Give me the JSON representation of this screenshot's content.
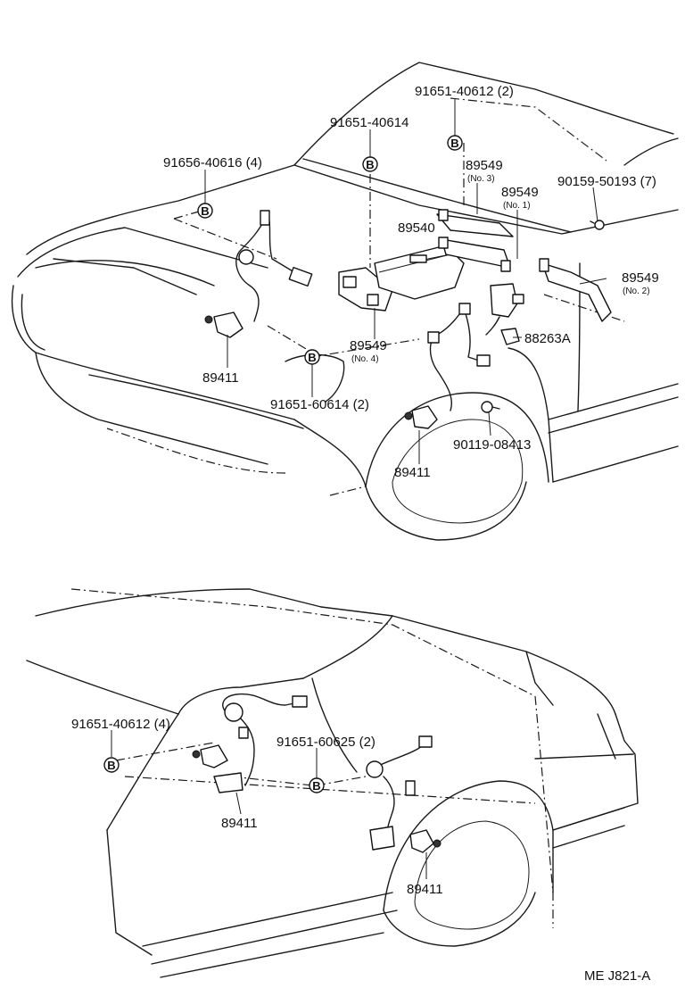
{
  "labels": {
    "p_91651_40612_top": "91651-40612 (2)",
    "p_91651_40614": "91651-40614",
    "p_91656_40616": "91656-40616 (4)",
    "p_89549_no3": "89549",
    "p_no3": "(No. 3)",
    "p_89549_no1": "89549",
    "p_no1": "(No. 1)",
    "p_90159_50193": "90159-50193 (7)",
    "p_89540": "89540",
    "p_89549_no2": "89549",
    "p_no2": "(No. 2)",
    "p_88263A": "88263A",
    "p_89549_no4": "89549",
    "p_no4": "(No. 4)",
    "p_89411_front_left": "89411",
    "p_91651_60614": "91651-60614 (2)",
    "p_90119_08413": "90119-08413",
    "p_89411_front_right": "89411",
    "p_91651_40612_rear": "91651-40612 (4)",
    "p_91651_60625": "91651-60625 (2)",
    "p_89411_rear_left": "89411",
    "p_89411_rear_right": "89411",
    "ref_marker": "B",
    "footer_code": "ME  J821-A"
  }
}
